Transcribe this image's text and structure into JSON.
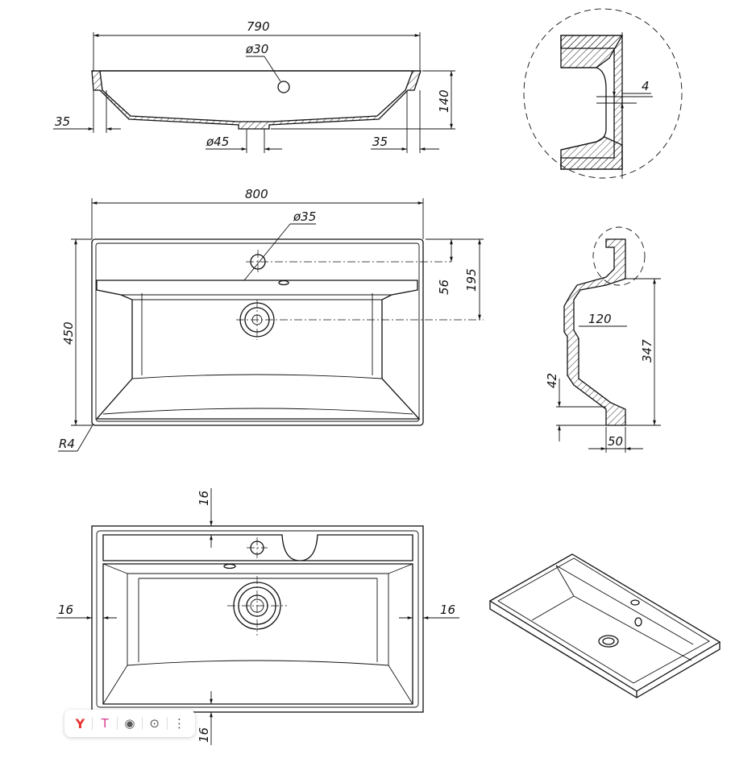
{
  "dimensions": {
    "top_width": "790",
    "top_hole": "ø30",
    "top_height": "140",
    "top_left_offset": "35",
    "top_right_offset": "35",
    "top_drain": "ø45",
    "plan_width": "800",
    "plan_hole": "ø35",
    "plan_depth": "450",
    "plan_hole_offset": "56",
    "plan_drain_offset": "195",
    "plan_corner_radius": "R4",
    "detail_wall": "4",
    "side_depth_inner": "120",
    "side_height": "347",
    "side_foot_height": "42",
    "side_foot_width": "50",
    "bottom_margin_top": "16",
    "bottom_margin_left": "16",
    "bottom_margin_right": "16",
    "bottom_margin_bottom": "16"
  },
  "toolbar": {
    "brand": "Y",
    "translate_glyph": "T",
    "view_glyph": "◉",
    "screenshot_glyph": "⊙",
    "more_glyph": "⋮"
  }
}
